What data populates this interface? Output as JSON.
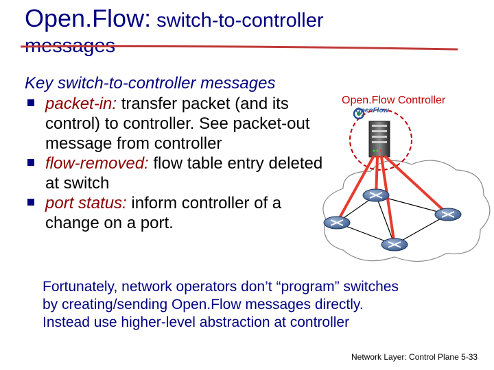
{
  "title": {
    "main": "Open.Flow:",
    "rest": " switch-to-controller",
    "line2": "messages"
  },
  "subtitle": "Key switch-to-controller messages",
  "bullets": [
    {
      "term": "packet-in:",
      "text": " transfer packet (and its control) to controller.  See packet-out message from controller"
    },
    {
      "term": "flow-removed:",
      "text": " flow table entry deleted at switch"
    },
    {
      "term": "port status:",
      "text": " inform controller of a change on a port."
    }
  ],
  "diagram": {
    "controller_label": "Open.Flow Controller",
    "logo_text": "OpenFlow"
  },
  "note": [
    "Fortunately, network operators don’t “program” switches",
    "by creating/sending Open.Flow messages directly.",
    "Instead use higher-level abstraction at controller"
  ],
  "footer": "Network Layer: Control Plane 5-33",
  "colors": {
    "title": "#000080",
    "term": "#8b0000",
    "controller_label": "#c00000",
    "links": "#e53c2f"
  }
}
